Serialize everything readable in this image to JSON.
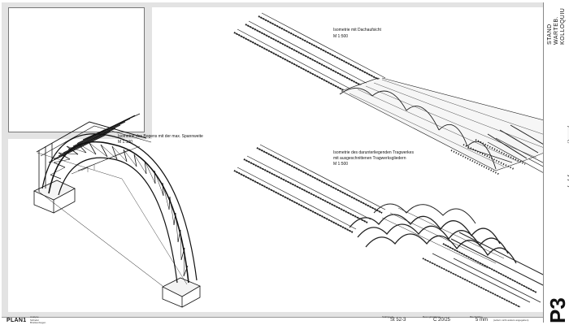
{
  "sheet": {
    "plan_label": "PLAN1",
    "plan_sublines": [
      "Analyse",
      "Schiefer",
      "Brückenbogen"
    ],
    "material_label": "Stahlguete",
    "material_value": "St 52-3",
    "concrete_label": "Betongüteklasse",
    "concrete_value": "C 20/25",
    "thickness_label": "Blechstärke",
    "thickness_value": "5 mm",
    "thickness_note": "(sofern nicht anders angegeben)",
    "sheet_number": "P3"
  },
  "title_block": {
    "line1": "STAND",
    "line2": "WARTEB.",
    "line3": "KOLLOQUIU"
  },
  "views": {
    "arch": {
      "title": "Isometrie des Bogens mit der max. Spannweite",
      "scale": "M 1:100"
    },
    "roof": {
      "title": "Isometrie mit Dachaufsicht",
      "scale": "M 1:500"
    },
    "structure": {
      "title_line1": "Isometrie des darunterliegenden Tragwerkes",
      "title_line2": "mit ausgeschnittenen Tragwerksgliedern",
      "scale": "M 1:500"
    }
  }
}
